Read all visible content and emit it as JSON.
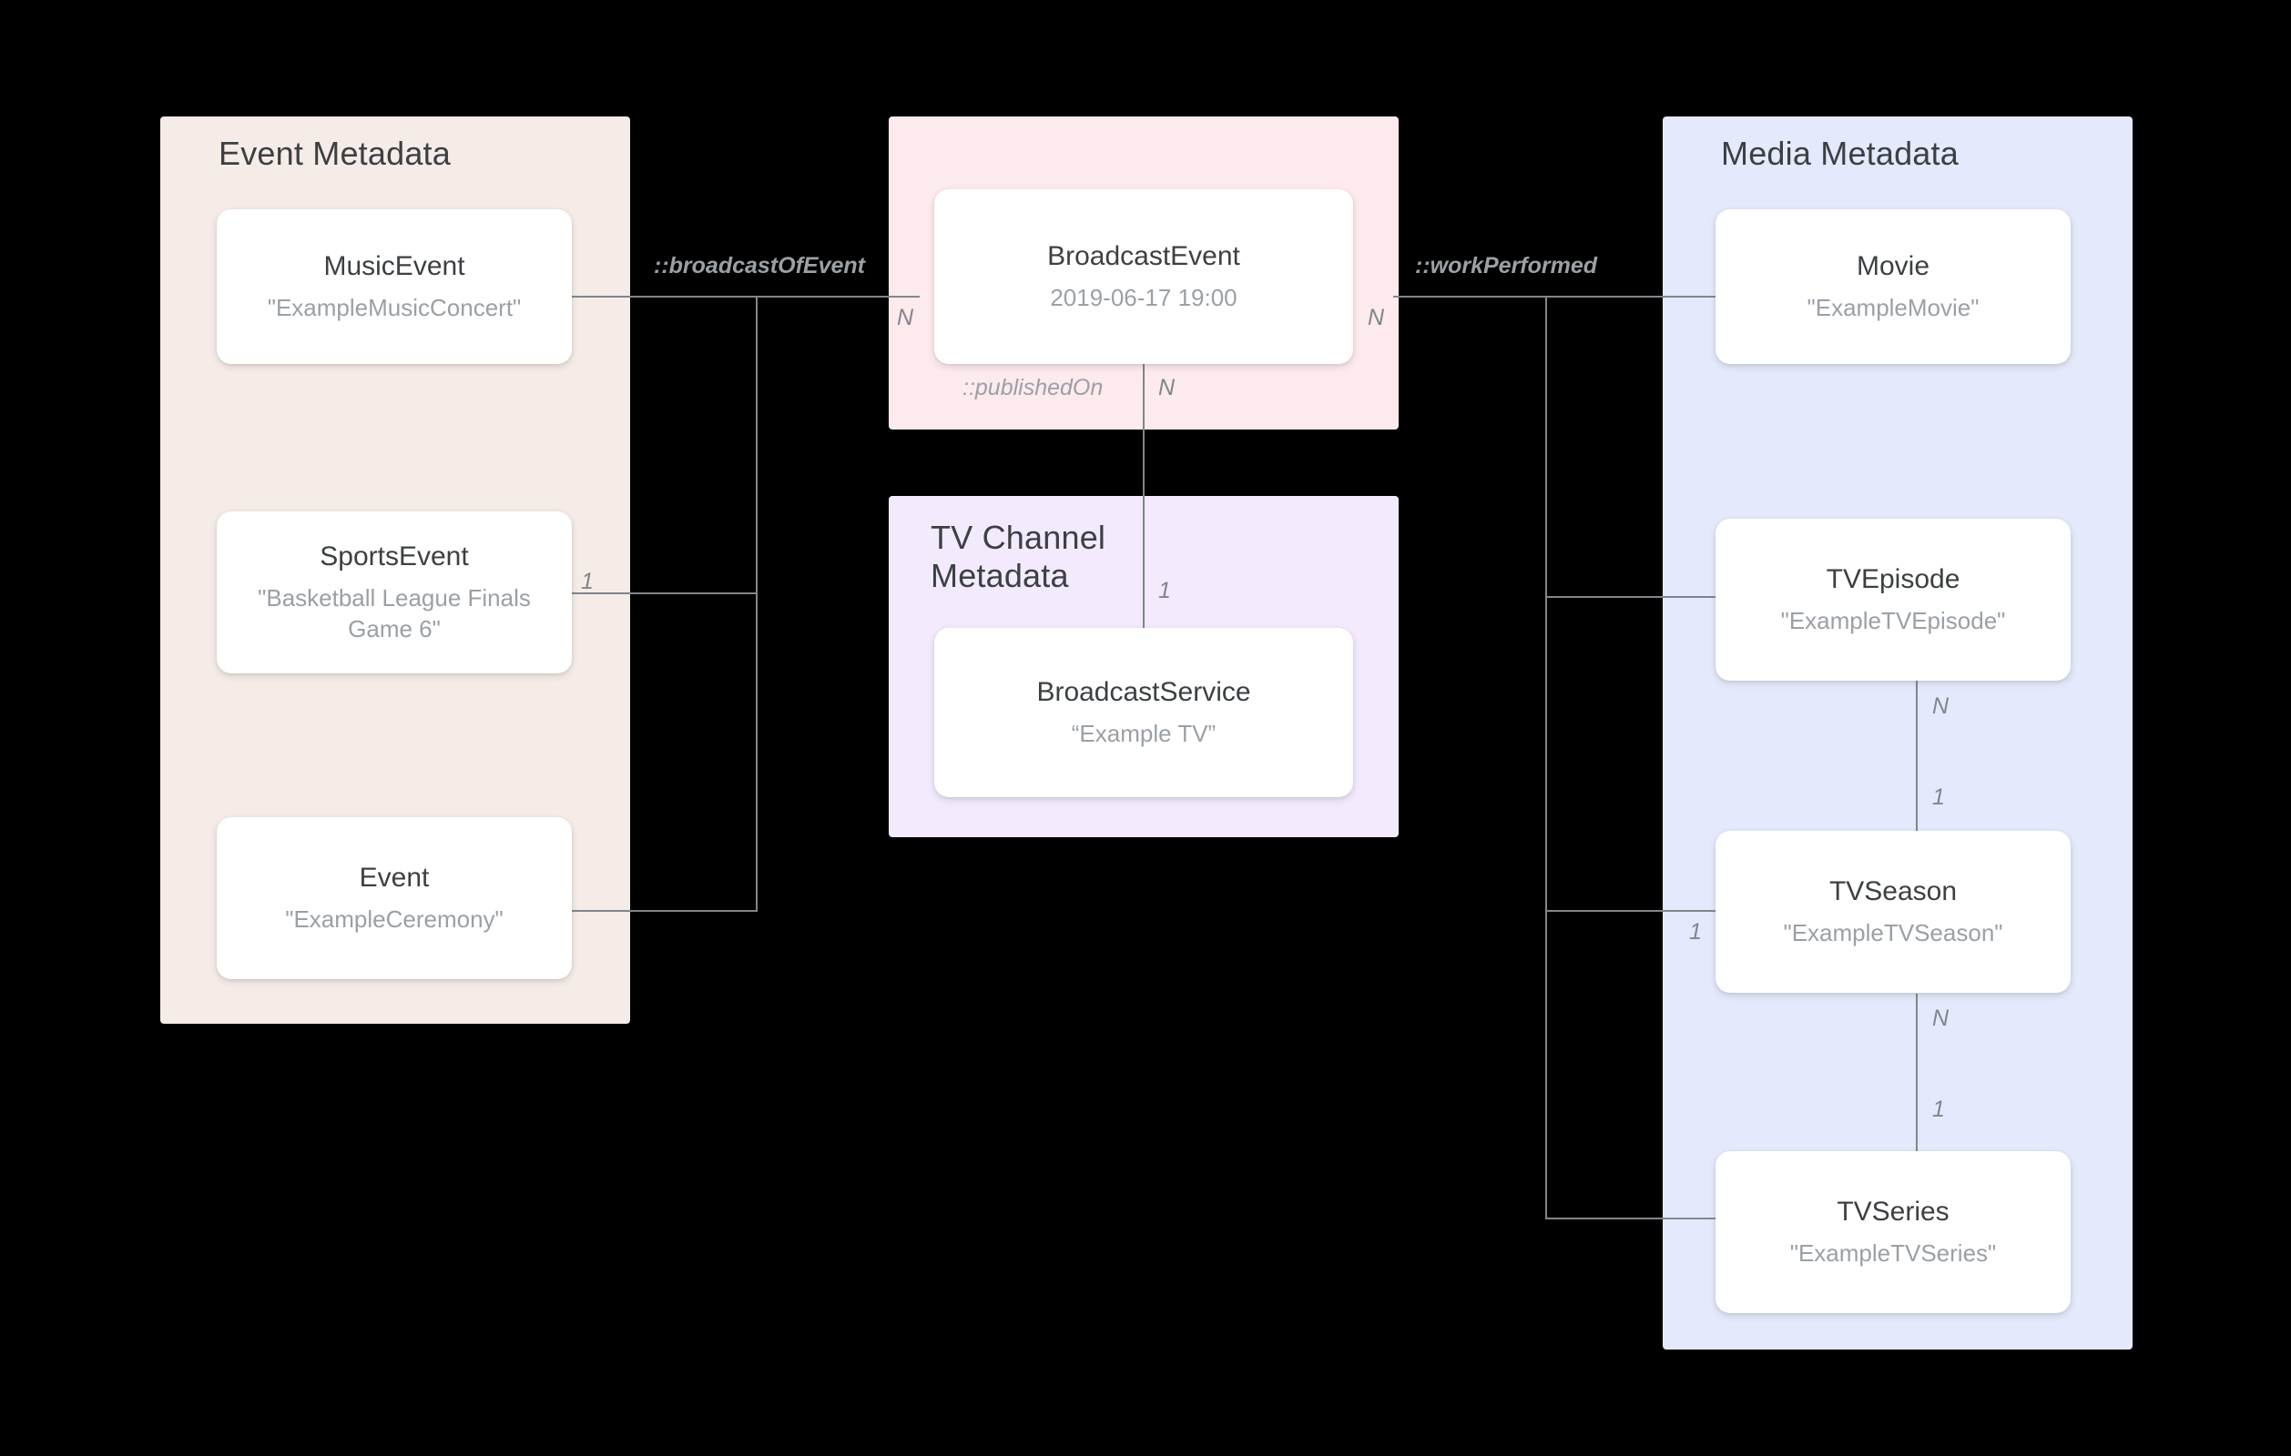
{
  "diagram": {
    "title": "Broadcast Event Schema Relationship Diagram",
    "background_color": "#000000",
    "line_color": "#80868b"
  },
  "groups": [
    {
      "id": "event-metadata",
      "label": "Event Metadata",
      "color": "#f5ece7"
    },
    {
      "id": "broadcast-event",
      "label": "",
      "color": "#fdeaec"
    },
    {
      "id": "tv-channel-metadata",
      "label": "TV Channel\nMetadata",
      "color": "#f3eafd"
    },
    {
      "id": "media-metadata",
      "label": "Media Metadata",
      "color": "#e4eafb"
    }
  ],
  "nodes": [
    {
      "id": "music-event",
      "title": "MusicEvent",
      "value": "\"ExampleMusicConcert\""
    },
    {
      "id": "sports-event",
      "title": "SportsEvent",
      "value": "\"Basketball League Finals Game 6\""
    },
    {
      "id": "event",
      "title": "Event",
      "value": "\"ExampleCeremony\""
    },
    {
      "id": "broadcast-event",
      "title": "BroadcastEvent",
      "value": "2019-06-17 19:00"
    },
    {
      "id": "broadcast-service",
      "title": "BroadcastService",
      "value": "“Example TV”"
    },
    {
      "id": "movie",
      "title": "Movie",
      "value": "\"ExampleMovie\""
    },
    {
      "id": "tv-episode",
      "title": "TVEpisode",
      "value": "\"ExampleTVEpisode\""
    },
    {
      "id": "tv-season",
      "title": "TVSeason",
      "value": "\"ExampleTVSeason\""
    },
    {
      "id": "tv-series",
      "title": "TVSeries",
      "value": "\"ExampleTVSeries\""
    }
  ],
  "relations": [
    {
      "id": "broadcast-of-event",
      "label": "::broadcastOfEvent"
    },
    {
      "id": "work-performed",
      "label": "::workPerformed"
    },
    {
      "id": "published-on",
      "label": "::publishedOn"
    }
  ],
  "cardinalities": {
    "sports_event_left": "1",
    "broadcast_event_left": "N",
    "broadcast_event_right": "N",
    "broadcast_event_bottom": "N",
    "broadcast_service_top": "1",
    "tv_episode_bottom": "N",
    "tv_season_top": "1",
    "tv_season_left": "1",
    "tv_season_bottom": "N",
    "tv_series_top": "1"
  }
}
